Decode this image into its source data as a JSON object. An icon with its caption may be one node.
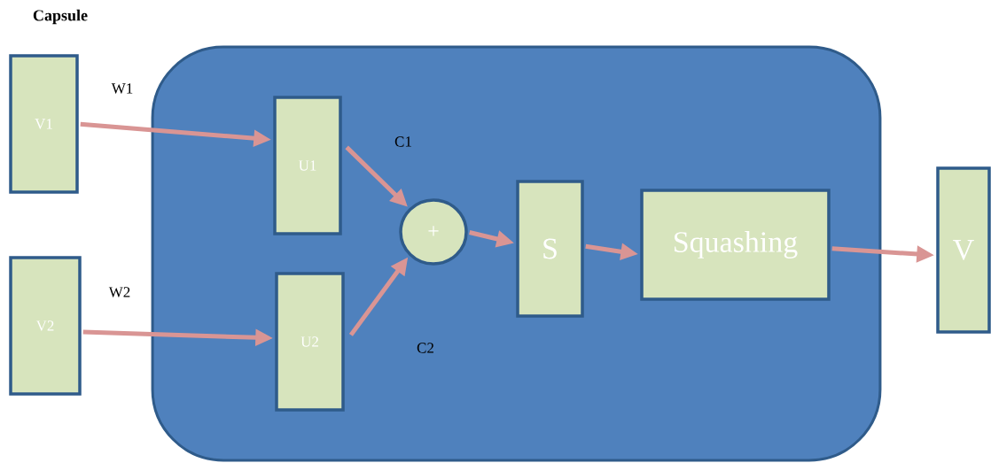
{
  "diagram": {
    "title": "Capsule",
    "nodes": [
      {
        "text": [],
        "shape": "box"
      },
      {
        "text": [
          "V1"
        ]
      },
      {
        "text": [
          "V2"
        ]
      },
      {
        "text": [
          "U1"
        ],
        "in": 0
      },
      {
        "text": [
          "U2"
        ],
        "in": 0
      },
      {
        "text": [
          "+"
        ],
        "in": 0
      },
      {
        "text": [
          "S"
        ],
        "in": 0
      },
      {
        "text": [
          "Squashing"
        ],
        "in": 0
      },
      {
        "text": [
          "V"
        ]
      }
    ],
    "edges": [
      {
        "from": 1,
        "to": 3,
        "arrow": "to",
        "label": "W1"
      },
      {
        "from": 2,
        "to": 4,
        "arrow": "to",
        "label": "W2"
      },
      {
        "from": 3,
        "to": 5,
        "arrow": "to",
        "label": "C1"
      },
      {
        "from": 4,
        "to": 5,
        "arrow": "to",
        "label": "C2"
      },
      {
        "from": 5,
        "to": 6,
        "arrow": "to"
      },
      {
        "from": 6,
        "to": 7,
        "arrow": "to"
      },
      {
        "from": 7,
        "to": 8,
        "arrow": "to"
      }
    ]
  }
}
